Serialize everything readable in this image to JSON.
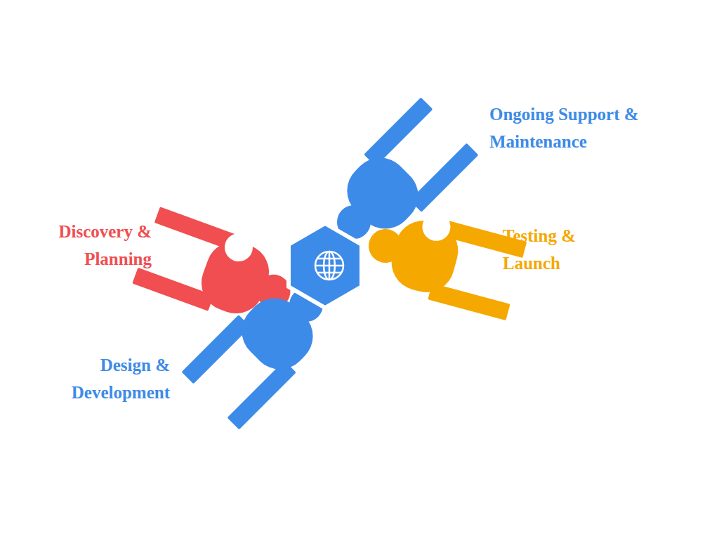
{
  "diagram": {
    "labels": [
      "Discovery & Planning",
      "Design & Development",
      "Ongoing Support & Maintenance",
      "Testing & Launch"
    ]
  }
}
